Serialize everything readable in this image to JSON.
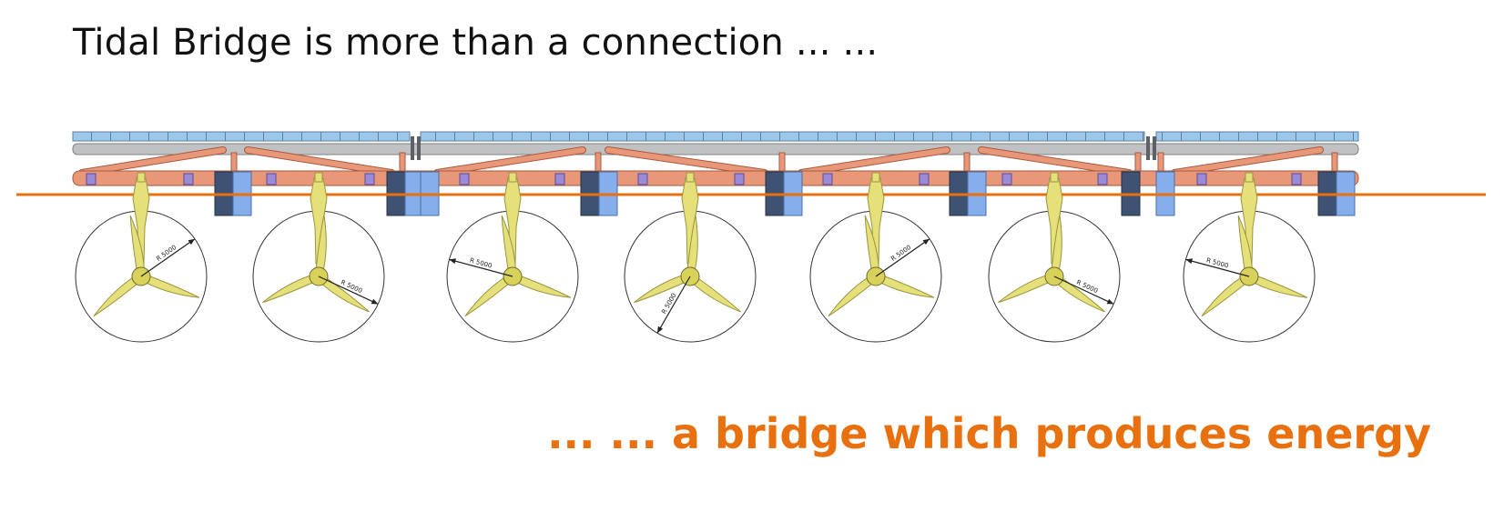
{
  "slide": {
    "headline": "Tidal Bridge is more than a connection ... ...",
    "tagline": "... ... a bridge which produces energy"
  },
  "diagram": {
    "turbine_count": 7,
    "dimension_label": "R 5000",
    "colors": {
      "text": "#111111",
      "accent": "#E8700F",
      "deck_blue": "#9CC9EB",
      "rail_grey": "#BFC1C3",
      "pipe_salmon": "#E89779",
      "block_light": "#86AEEA",
      "block_dark": "#3E5273",
      "bracket_purple": "#9B8AD6",
      "blade_yellow": "#E6E07A",
      "blade_outline": "#9A9440",
      "waterline": "#E8700F"
    }
  }
}
